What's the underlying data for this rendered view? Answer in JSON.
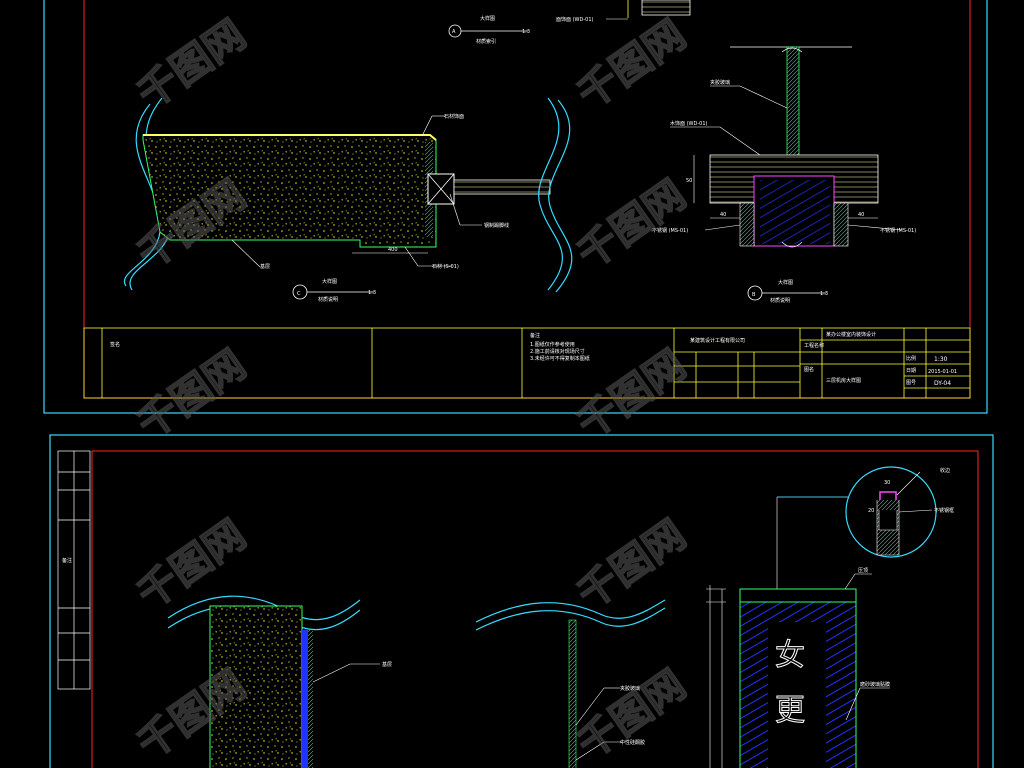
{
  "sheet_top": {
    "detail_A": {
      "marker": "A",
      "title": "大样图",
      "scale": "1:3",
      "sub": "材质索引"
    },
    "label_WD01_top": "面饰面 (WD-01)",
    "detail_C": {
      "marker": "C",
      "title": "大样图",
      "scale": "1:3",
      "sub": "材质说明"
    },
    "detail_B": {
      "marker": "B",
      "title": "大样图",
      "scale": "1:3",
      "sub": "材质说明"
    },
    "left_labels": {
      "stone": "石材饰面",
      "steel": "钢制踢脚线",
      "s01": "石材 (S-01)",
      "base": "基层",
      "dim": "400"
    },
    "right_labels": {
      "glass": "夹胶玻璃",
      "wd01": "木饰面 (WD-01)",
      "ms01_l": "不锈钢 (MS-01)",
      "ms01_r": "不锈钢 (MS-01)",
      "dim_h": "50",
      "dim_l": "40",
      "dim_r": "40"
    },
    "title_block": {
      "notes_label": "备注",
      "notes": [
        "1.图纸仅作参考使用",
        "2.施工前请核对现场尺寸",
        "3.未经许可不得复制本图纸"
      ],
      "company": "某建筑设计工程有限公司",
      "project_label": "工程名称",
      "project": "某办公楼室内装饰设计",
      "drawing_label": "图名",
      "drawing": "三层机房大样图",
      "scale_label": "比例",
      "scale": "1:30",
      "date_label": "日期",
      "date": "2015-01-01",
      "no_label": "图号",
      "no": "DY-04",
      "sign_label": "签名"
    }
  },
  "sheet_bottom": {
    "side_label": "备注",
    "labels": {
      "base": "基层",
      "glass": "夹胶玻璃",
      "sealant": "中性硅酮胶",
      "trim": "收边",
      "cap": "压顶",
      "steel_frame": "不锈钢框",
      "sign_panel": "磨砂玻璃贴膜",
      "dim_30": "30",
      "dim_20": "20"
    },
    "sign_text": [
      "女",
      "更"
    ]
  },
  "watermark": "千图网"
}
